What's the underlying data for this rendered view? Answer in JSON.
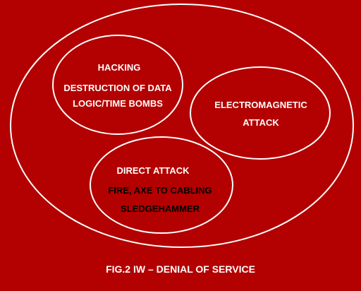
{
  "colors": {
    "background": "#b30000",
    "outline": "#ffffff",
    "text_primary": "#ffffff",
    "text_secondary": "#000000"
  },
  "diagram": {
    "caption": "FIG.2 IW – DENIAL OF SERVICE",
    "nodes": {
      "hacking": {
        "lines": [
          "HACKING",
          "DESTRUCTION OF DATA",
          "LOGIC/TIME BOMBS"
        ]
      },
      "electromagnetic": {
        "lines": [
          "ELECTROMAGNETIC",
          "ATTACK"
        ]
      },
      "direct": {
        "lines": [
          "DIRECT ATTACK",
          "FIRE, AXE TO CABLING",
          "SLEDGEHAMMER"
        ]
      }
    }
  }
}
